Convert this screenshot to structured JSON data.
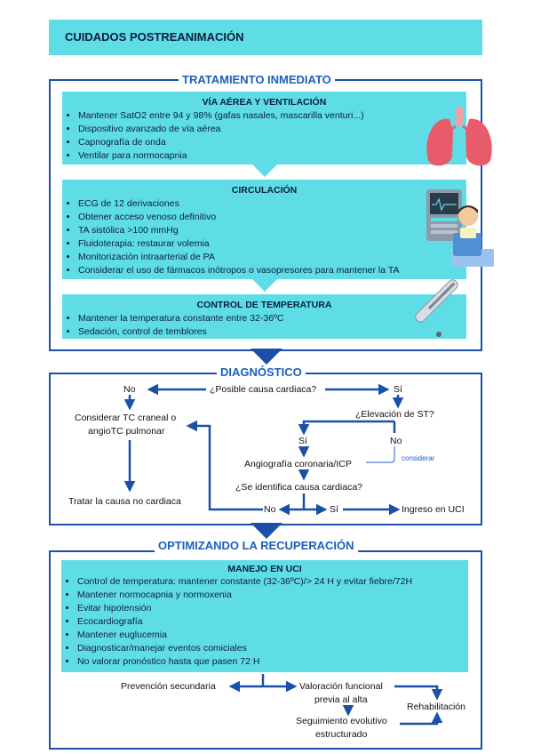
{
  "title": "CUIDADOS POSTREANIMACIÓN",
  "sections": {
    "treatment": {
      "title": "TRATAMIENTO INMEDIATO",
      "airway": {
        "heading": "VÍA AÉREA Y VENTILACIÓN",
        "items": [
          "Mantener SatO2 entre 94 y 98% (gafas nasales, mascarilla venturi...)",
          "Dispositivo avanzado de vía aérea",
          "Capnografía de onda",
          "Ventilar para normocapnia"
        ]
      },
      "circulation": {
        "heading": "CIRCULACIÓN",
        "items": [
          "ECG de 12 derivaciones",
          "Obtener acceso venoso definitivo",
          "TA sistólica >100 mmHg",
          "Fluidoterapia: restaurar volemia",
          "Monitorización intraarterial de PA",
          "Considerar el uso de fármacos inótropos o vasopresores para mantener la TA"
        ]
      },
      "temperature": {
        "heading": "CONTROL DE TEMPERATURA",
        "items": [
          "Mantener la temperatura constante entre 32-36ºC",
          "Sedación, control de temblores"
        ]
      }
    },
    "diagnosis": {
      "title": "DIAGNÓSTICO",
      "nodes": {
        "cardiac_q": "¿Posible causa cardiaca?",
        "no1": "No",
        "si1": "Sí",
        "tc_line1": "Considerar TC craneal o",
        "tc_line2": "angioTC pulmonar",
        "treat_non_cardiac": "Tratar la causa no cardiaca",
        "st_q": "¿Elevación de ST?",
        "si2": "Sí",
        "no2": "No",
        "consider": "considerar",
        "angio": "Angiografía coronaria/ICP",
        "identified_q": "¿Se identifica causa cardiaca?",
        "no3": "No",
        "si3": "Sí",
        "icu": "Ingreso en UCI"
      }
    },
    "recovery": {
      "title": "OPTIMIZANDO LA RECUPERACIÓN",
      "icu_management": {
        "heading": "MANEJO EN UCI",
        "items": [
          "Control de temperatura: mantener constante (32-36ºC)/> 24 H y evitar fiebre/72H",
          "Mantener normocapnia y normoxenia",
          "Evitar hipotensión",
          "Ecocardiografía",
          "Mantener euglucemia",
          "Diagnosticar/manejar eventos comiciales",
          "No valorar pronóstico hasta que pasen 72 H"
        ]
      },
      "flow": {
        "secondary_prevention": "Prevención secundaria",
        "functional_line1": "Valoración funcional",
        "functional_line2": "previa al alta",
        "rehab": "Rehabilitación",
        "followup_line1": "Seguimiento evolutivo",
        "followup_line2": "estructurado"
      }
    }
  },
  "colors": {
    "accent_blue": "#1b4fa8",
    "cyan": "#5fdde6",
    "note_blue": "#1b5fbf"
  },
  "icons": [
    "lungs-icon",
    "monitor-patient-icon",
    "thermometer-icon"
  ]
}
